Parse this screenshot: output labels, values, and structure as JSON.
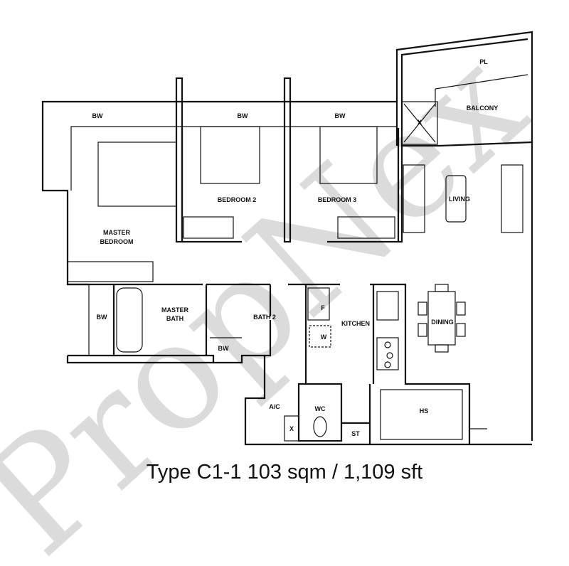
{
  "plan": {
    "title": "Type C1-1 103 sqm / 1,109 sft",
    "rooms": {
      "pl": "PL",
      "balcony": "BALCONY",
      "bw1": "BW",
      "bw2": "BW",
      "bw3": "BW",
      "bedroom2": "BEDROOM 2",
      "bedroom3": "BEDROOM 3",
      "living": "LIVING",
      "master_bedroom_1": "MASTER",
      "master_bedroom_2": "BEDROOM",
      "bw_bath": "BW",
      "master_bath_1": "MASTER",
      "master_bath_2": "BATH",
      "bath2": "BATH 2",
      "bw_small": "BW",
      "fridge": "F",
      "washer": "W",
      "kitchen": "KITCHEN",
      "dining": "DINING",
      "ac": "A/C",
      "wc": "WC",
      "st": "ST",
      "hs": "HS",
      "shaft1": "X",
      "shaft2": "X"
    }
  },
  "watermark": "PropNex",
  "colors": {
    "line": "#111111",
    "watermark": "#9a9a9a"
  }
}
